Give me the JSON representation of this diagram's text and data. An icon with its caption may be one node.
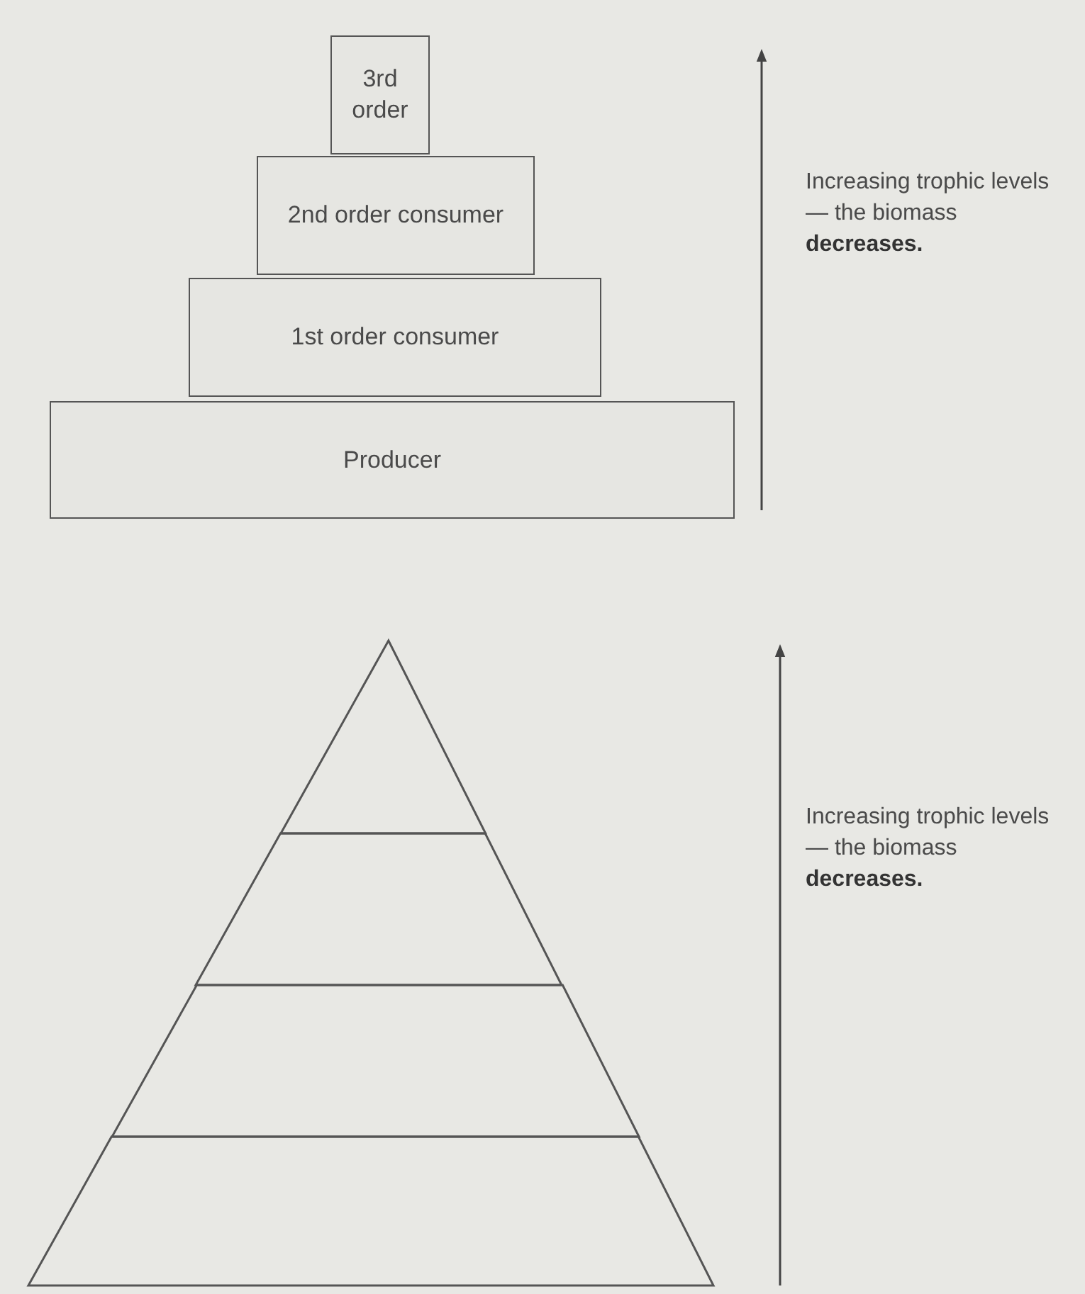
{
  "diagram": {
    "nodes": [
      {
        "text": [
          "3rd order"
        ]
      },
      {
        "text": [
          "2nd order consumer"
        ]
      },
      {
        "text": [
          "1st order consumer"
        ]
      },
      {
        "text": [
          "Producer"
        ]
      },
      {
        "text": [],
        "shape": "triangle"
      },
      {
        "text": [],
        "shape": "trapezoid"
      },
      {
        "text": [],
        "shape": "trapezoid"
      },
      {
        "text": [],
        "shape": "trapezoid"
      }
    ],
    "labels": [
      "Increasing trophic levels — the biomass **decreases.**",
      "Increasing trophic levels — the biomass **decreases.**"
    ]
  }
}
